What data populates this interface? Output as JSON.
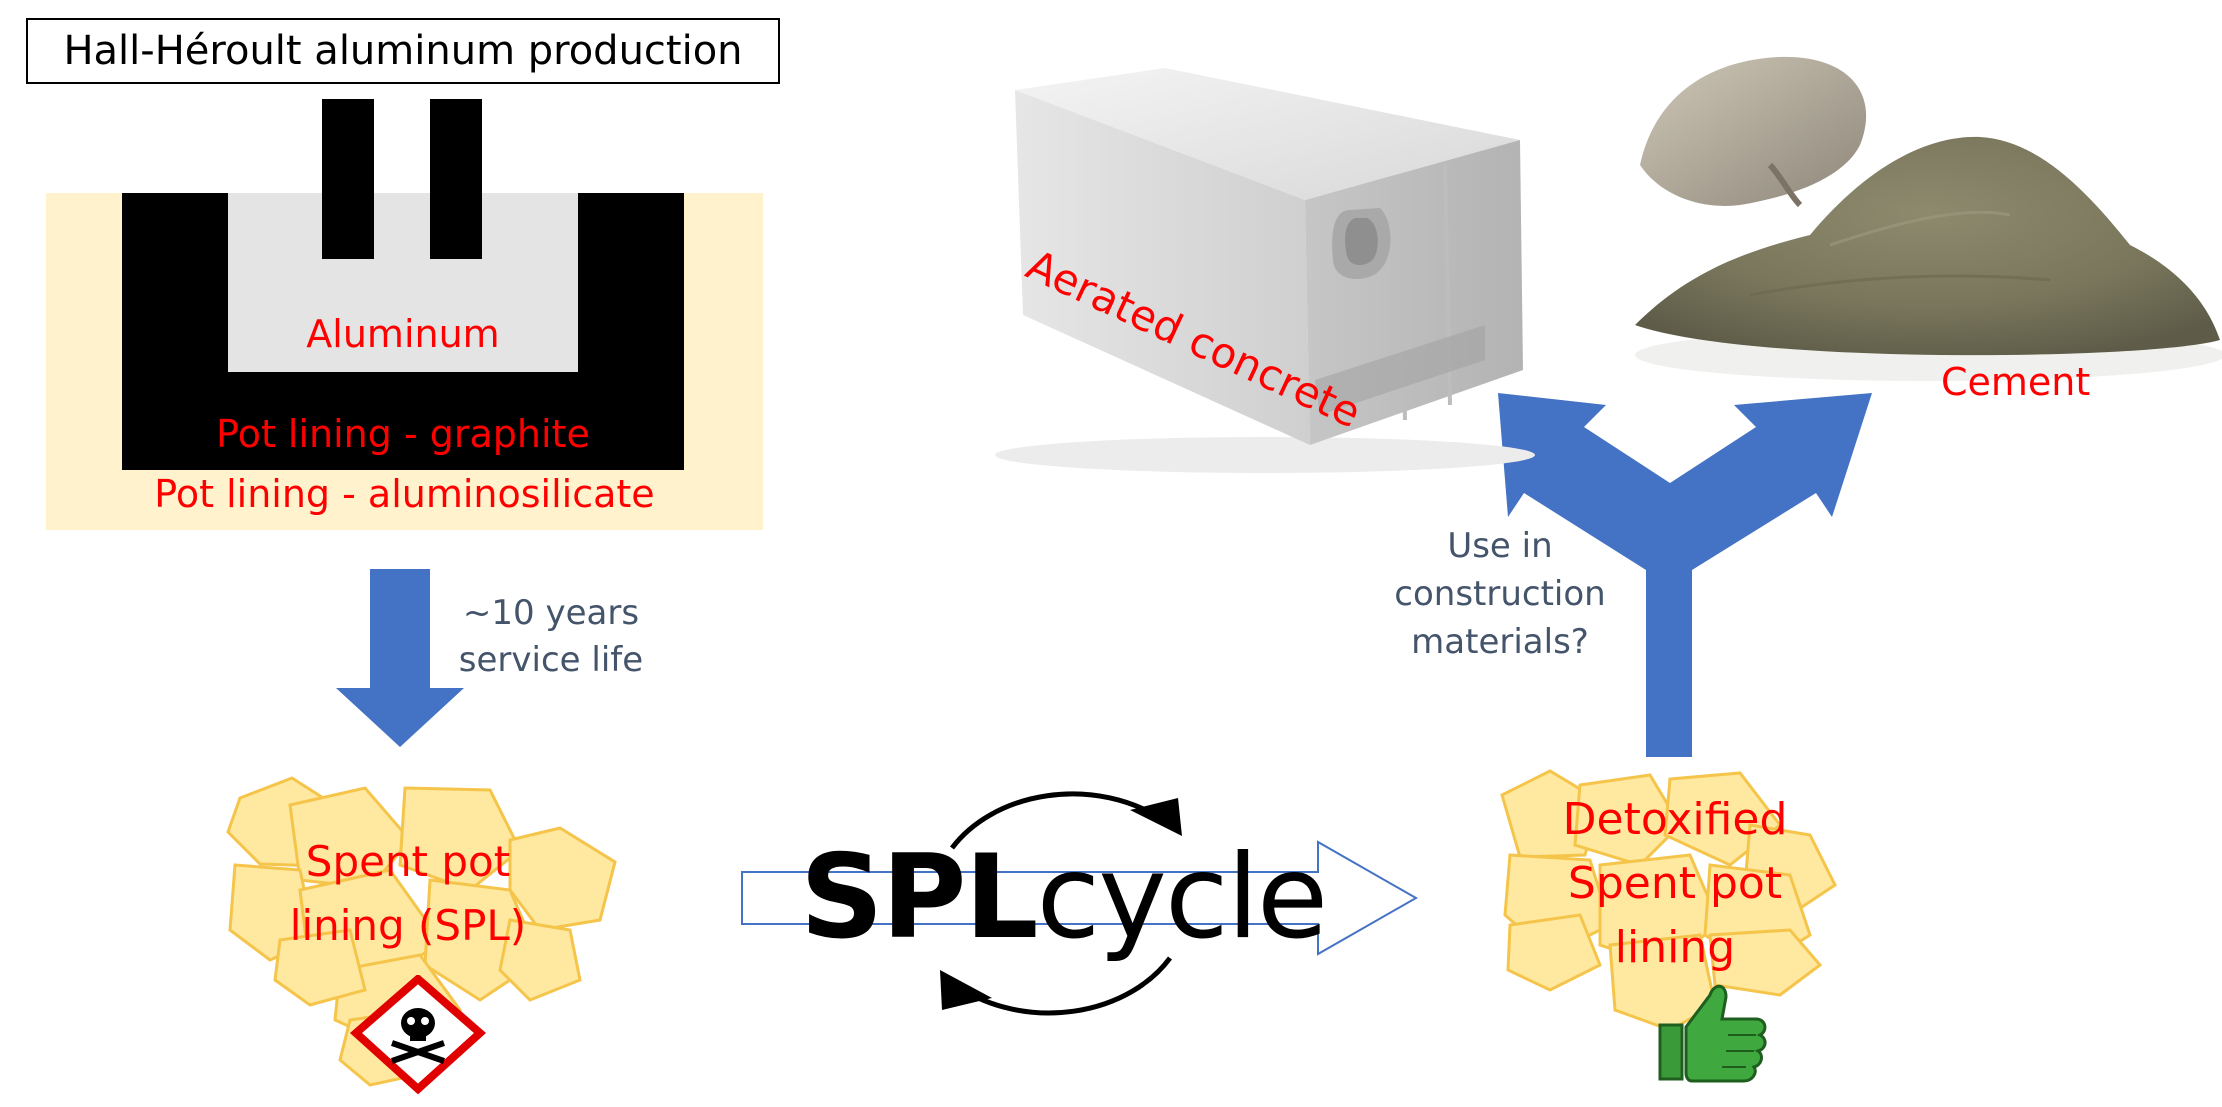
{
  "title": "Hall-Héroult aluminum production",
  "cell": {
    "aluminum_label": "Aluminum",
    "graphite_label": "Pot lining - graphite",
    "aluminosilicate_label": "Pot lining - aluminosilicate"
  },
  "service_life": {
    "line1": "~10 years",
    "line2": "service life"
  },
  "spl": {
    "line1": "Spent pot",
    "line2": "lining (SPL)"
  },
  "splcycle": {
    "bold": "SPL",
    "light": "cycle"
  },
  "detoxified": {
    "line1": "Detoxified",
    "line2": "Spent pot",
    "line3": "lining"
  },
  "use_question": {
    "line1": "Use in",
    "line2": "construction",
    "line3": "materials?"
  },
  "aerated_label": "Aerated concrete",
  "cement_label": "Cement",
  "icons": [
    "anode-blocks",
    "down-arrow-icon",
    "hazard-skull-icon",
    "cycle-arrows-icon",
    "outline-right-arrow-icon",
    "fork-arrow-icon",
    "thumbs-up-icon",
    "concrete-block-image",
    "cement-pile-image"
  ],
  "colors": {
    "arrow_blue": "#4472c4",
    "label_red": "#ff0000",
    "fragment_fill": "#ffe79a",
    "fragment_stroke": "#f5c242",
    "lining_bg": "#fff2cc",
    "text_slate": "#44546a"
  }
}
